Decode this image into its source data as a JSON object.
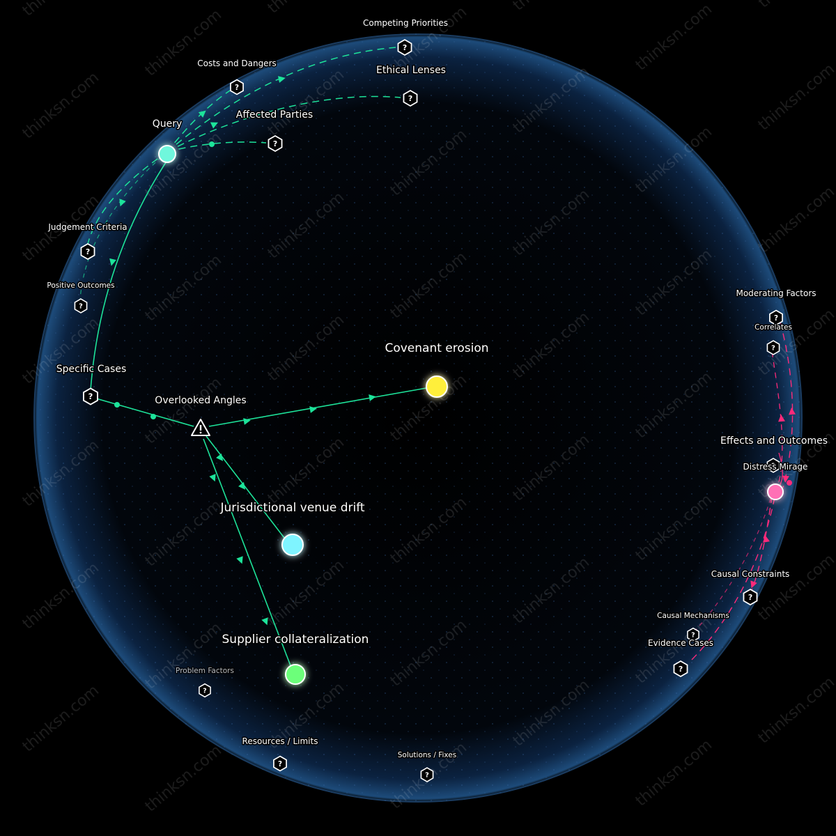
{
  "watermark": "thinksn.com",
  "colors": {
    "background": "#000000",
    "sphere_edge": "#1d4b7a",
    "green_link": "#1de39a",
    "red_link": "#ff2a7a",
    "query_node": "#6ff7dc",
    "covenant_node": "#ffef3a",
    "venue_node": "#7ff4ff",
    "supplier_node": "#6cff7a",
    "mirage_node": "#ff6fb5"
  },
  "labels": {
    "competing_priorities": "Competing Priorities",
    "costs_and_dangers": "Costs and Dangers",
    "ethical_lenses": "Ethical Lenses",
    "affected_parties": "Affected Parties",
    "query": "Query",
    "judgement_criteria": "Judgement Criteria",
    "positive_outcomes": "Positive Outcomes",
    "specific_cases": "Specific Cases",
    "overlooked_angles": "Overlooked Angles",
    "covenant_erosion": "Covenant erosion",
    "jurisdictional_venue_drift": "Jurisdictional venue drift",
    "supplier_collateralization": "Supplier collateralization",
    "problem_factors": "Problem Factors",
    "resources_limits": "Resources / Limits",
    "solutions_fixes": "Solutions / Fixes",
    "moderating_factors": "Moderating Factors",
    "correlates": "Correlates",
    "effects_and_outcomes": "Effects and Outcomes",
    "distress_mirage": "Distress Mirage",
    "causal_constraints": "Causal Constraints",
    "causal_mechanisms": "Causal Mechanisms",
    "evidence_cases": "Evidence Cases"
  },
  "icons": {
    "category_node": "question-hexagon-icon",
    "warning_node": "warning-triangle-icon",
    "question_glyph": "?",
    "warning_glyph": "!"
  }
}
